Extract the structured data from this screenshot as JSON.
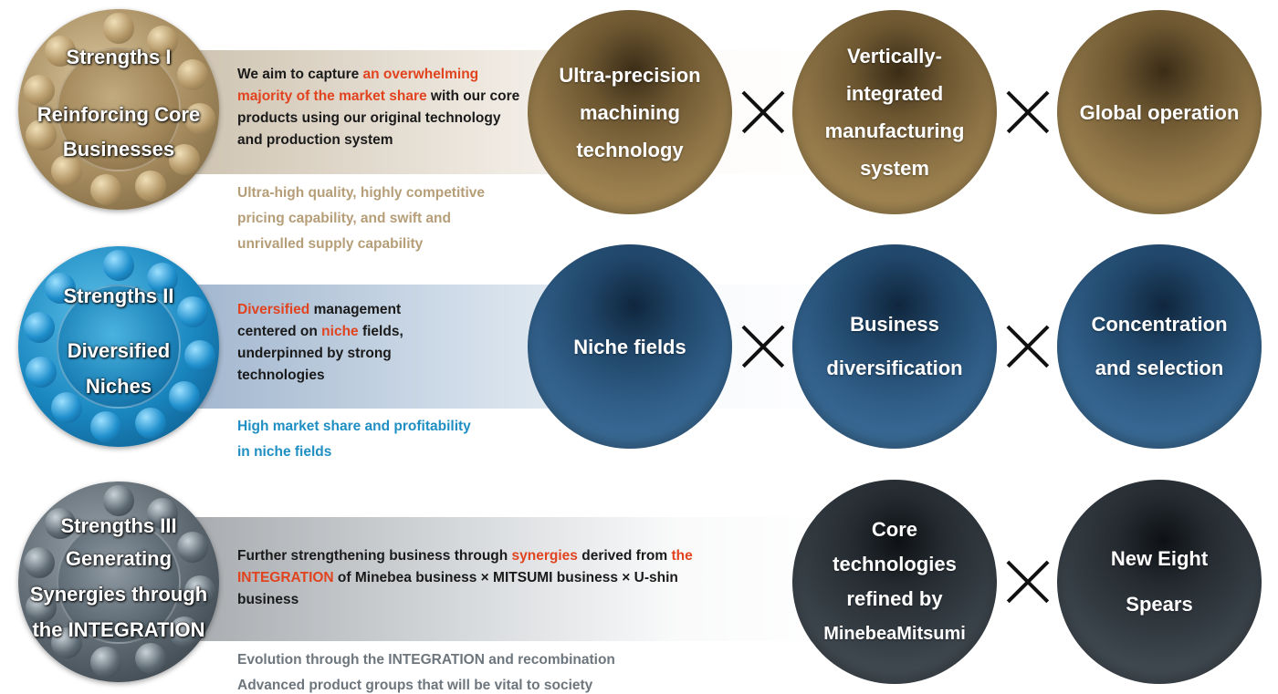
{
  "rows": [
    {
      "bearing_lines": [
        "Strengths I",
        "Reinforcing Core",
        "Businesses"
      ],
      "desc": {
        "part1": "We aim to capture ",
        "highlight1": "an overwhelming majority of the market share",
        "part2": " with our core products using our original technology and production system"
      },
      "sub_text": [
        "Ultra-high quality, highly competitive",
        "pricing capability, and swift and",
        "unrivalled supply capability"
      ],
      "sub_color": "#b59e78",
      "spheres": [
        {
          "lines": [
            "Ultra-precision",
            "machining",
            "technology"
          ]
        },
        {
          "lines": [
            "Vertically-",
            "integrated",
            "manufacturing",
            "system"
          ]
        },
        {
          "lines": [
            "Global operation"
          ]
        }
      ],
      "colors": {
        "sphere": "#8e7446",
        "ring": "#a48a5d"
      }
    },
    {
      "bearing_lines": [
        "Strengths II",
        "Diversified",
        "Niches"
      ],
      "desc": {
        "highlight1": "Diversified",
        "part1": " management centered on ",
        "highlight2": "niche",
        "part2": " fields, underpinned by strong technologies"
      },
      "sub_text": [
        "High market share and profitability",
        "in niche fields"
      ],
      "sub_color": "#1f8fc3",
      "spheres": [
        {
          "lines": [
            "Niche fields"
          ]
        },
        {
          "lines": [
            "Business",
            "diversification"
          ]
        },
        {
          "lines": [
            "Concentration",
            "and selection"
          ]
        }
      ],
      "colors": {
        "sphere": "#2f5d87",
        "ring": "#1a87c0"
      }
    },
    {
      "bearing_lines": [
        "Strengths III",
        "Generating",
        "Synergies through",
        "the INTEGRATION"
      ],
      "desc": {
        "part1": "Further strengthening business through ",
        "highlight1": "synergies",
        "part2": " derived from ",
        "highlight2": "the INTEGRATION",
        "part3": " of Minebea business × MITSUMI business × U-shin business"
      },
      "sub_text": [
        "Evolution through the INTEGRATION and recombination",
        "Advanced product groups that will be vital to society"
      ],
      "sub_color": "#6e767d",
      "spheres": [
        {
          "lines": [
            "Core",
            "technologies",
            "refined by",
            "MinebeaMitsumi"
          ]
        },
        {
          "lines": [
            "New Eight",
            "Spears"
          ]
        }
      ],
      "colors": {
        "sphere": "#353d44",
        "ring": "#5b666f"
      }
    }
  ]
}
